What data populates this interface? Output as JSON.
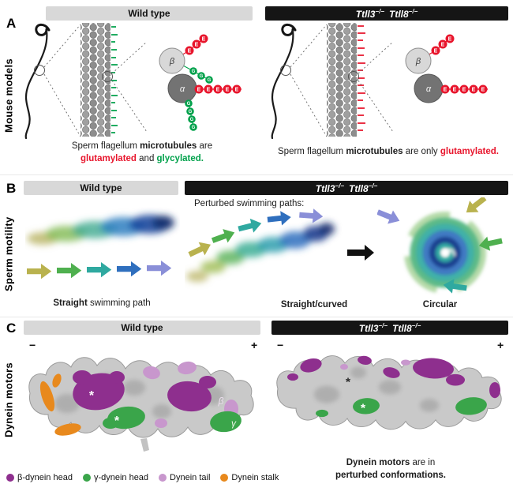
{
  "wild_type_label": "Wild type",
  "ko_title": {
    "gene1": "Ttll3",
    "sup1": "−/−",
    "gene2": "Ttll8",
    "sup2": "−/−"
  },
  "panelA": {
    "letter": "A",
    "side_label": "Mouse models",
    "beta": "β",
    "alpha": "α",
    "glu": "E",
    "gly": "G",
    "wt_caption": {
      "l1a": "Sperm flagellum ",
      "l1b": "microtubules",
      "l1c": " are",
      "red": "glutamylated",
      "mid": " and ",
      "green": "glycylated."
    },
    "ko_caption": {
      "l1a": "Sperm flagellum ",
      "l1b": "microtubules",
      "l1c": " are only ",
      "red": "glutamylated."
    }
  },
  "panelB": {
    "letter": "B",
    "side_label": "Sperm motility",
    "perturbed": "Perturbed swimming paths:",
    "wt_caption_bold": "Straight",
    "wt_caption_rest": " swimming path",
    "mid_caption": "Straight/curved",
    "circ_caption": "Circular",
    "motility_palette": [
      "#b9b24e",
      "#4fb04f",
      "#2fa9a0",
      "#2f6fbe",
      "#8a8fd8"
    ]
  },
  "panelC": {
    "letter": "C",
    "side_label": "Dynein motors",
    "minus": "−",
    "plus": "+",
    "beta": "β",
    "gamma": "γ",
    "asterisk": "*",
    "caption_bold1": "Dynein motors",
    "caption_rest1": " are in",
    "caption_bold2": "perturbed conformations.",
    "legend": [
      {
        "label": "β-dynein head",
        "color": "#8e2f8e"
      },
      {
        "label": "γ-dynein head",
        "color": "#3aa54a"
      },
      {
        "label": "Dynein tail",
        "color": "#c897cd"
      },
      {
        "label": "Dynein stalk",
        "color": "#e8891d"
      }
    ]
  },
  "colors": {
    "glutamylation_red": "#e8152c",
    "glycylation_green": "#00a14b",
    "header_black": "#151515",
    "header_gray": "#d8d8d8"
  }
}
